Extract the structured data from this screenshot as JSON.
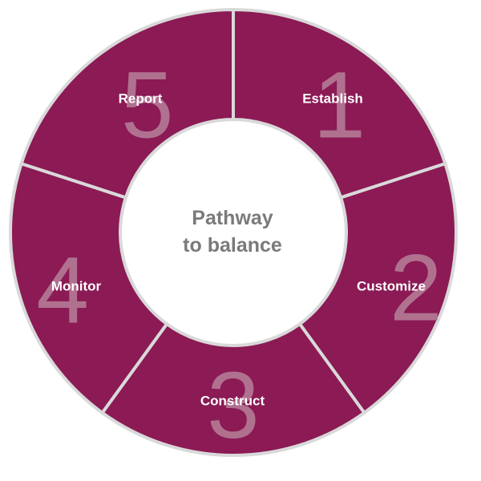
{
  "center": {
    "line1": "Pathway",
    "line2": "to balance"
  },
  "steps": [
    {
      "number": "1",
      "label": "Establish"
    },
    {
      "number": "2",
      "label": "Customize"
    },
    {
      "number": "3",
      "label": "Construct"
    },
    {
      "number": "4",
      "label": "Monitor"
    },
    {
      "number": "5",
      "label": "Report"
    }
  ],
  "colors": {
    "segment": "#8b1a55",
    "number": "#b0718f",
    "divider": "#d9d9d9",
    "center_text": "#7a7a7a",
    "label": "#ffffff"
  }
}
